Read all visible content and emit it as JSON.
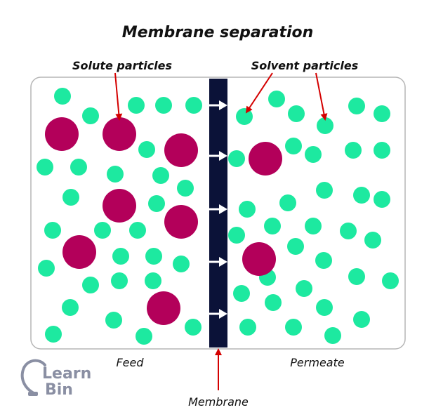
{
  "title": "Membrane separation",
  "labels": {
    "solute": "Solute particles",
    "solvent": "Solvent particles",
    "feed": "Feed",
    "permeate": "Permeate",
    "membrane": "Membrane"
  },
  "logo": {
    "line1": "Learn",
    "line2": "Bin"
  },
  "colors": {
    "solvent_particle": "#1de9a0",
    "solute_particle": "#b3005a",
    "membrane": "#0b1238",
    "arrow_callout": "#d40000",
    "flow_arrow": "#ffffff",
    "container_border": "#b5b5b5",
    "logo": "#8a8fa3"
  },
  "legend": {
    "feed_side_contents": [
      "solvent particles",
      "solute particles"
    ],
    "permeate_side_contents": [
      "solvent particles",
      "solute particles"
    ]
  }
}
